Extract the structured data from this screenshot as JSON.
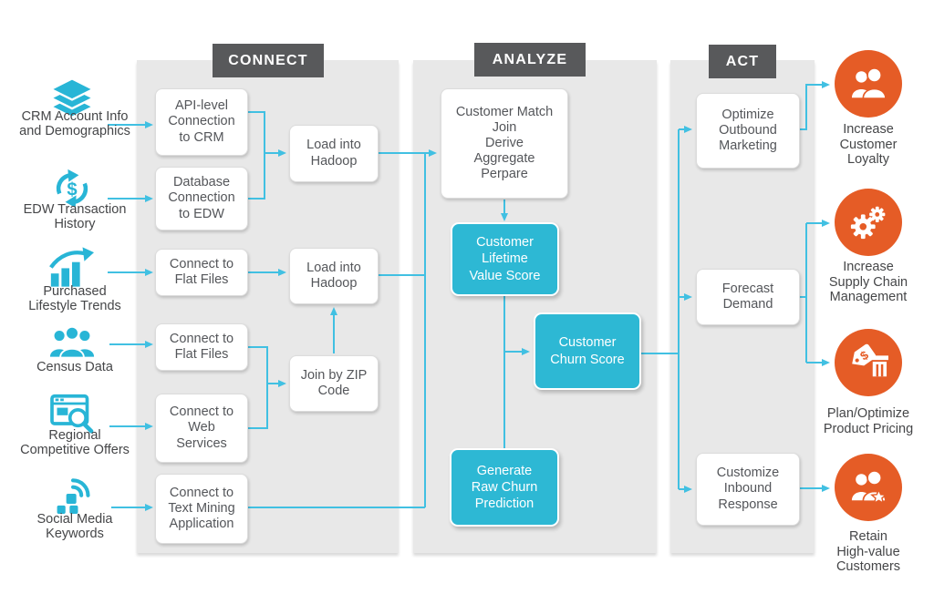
{
  "palette": {
    "teal_box": "#2db8d4",
    "arrow": "#41c0e2",
    "icon_teal": "#28b5d6",
    "orange": "#e55c26",
    "header_bg": "#58595b",
    "panel_bg": "#e8e8e8",
    "box_text": "#54565a"
  },
  "sources": [
    {
      "icon": "layers-icon",
      "label": "CRM Account Info\nand Demographics"
    },
    {
      "icon": "sync-dollar-icon",
      "label": "EDW Transaction\nHistory"
    },
    {
      "icon": "trend-chart-icon",
      "label": "Purchased\nLifestyle Trends"
    },
    {
      "icon": "people-group-icon",
      "label": "Census Data"
    },
    {
      "icon": "browser-search-icon",
      "label": "Regional\nCompetitive Offers"
    },
    {
      "icon": "social-signal-icon",
      "label": "Social Media\nKeywords"
    }
  ],
  "connect": {
    "header": "CONNECT",
    "boxes": {
      "api": "API-level\nConnection\nto CRM",
      "db": "Database\nConnection\nto EDW",
      "flat1": "Connect to\nFlat Files",
      "flat2": "Connect to\nFlat Files",
      "web": "Connect to\nWeb\nServices",
      "text_mining": "Connect to\nText Mining\nApplication",
      "hadoop1": "Load into\nHadoop",
      "hadoop2": "Load into\nHadoop",
      "zip": "Join by ZIP\nCode"
    }
  },
  "analyze": {
    "header": "ANALYZE",
    "boxes": {
      "match": "Customer Match\nJoin\nDerive\nAggregate\nPerpare",
      "clv": "Customer\nLifetime\nValue Score",
      "churn": "Customer\nChurn Score",
      "generate": "Generate\nRaw Churn\nPrediction"
    }
  },
  "act": {
    "header": "ACT",
    "boxes": {
      "optimize": "Optimize\nOutbound\nMarketing",
      "forecast": "Forecast\nDemand",
      "customize": "Customize\nInbound\nResponse"
    }
  },
  "outcomes": [
    {
      "icon": "loyalty-people-icon",
      "label": "Increase\nCustomer\nLoyalty"
    },
    {
      "icon": "gears-icon",
      "label": "Increase\nSupply Chain\nManagement"
    },
    {
      "icon": "price-tag-icon",
      "label": "Plan/Optimize\nProduct Pricing"
    },
    {
      "icon": "star-customer-icon",
      "label": "Retain\nHigh-value\nCustomers"
    }
  ]
}
